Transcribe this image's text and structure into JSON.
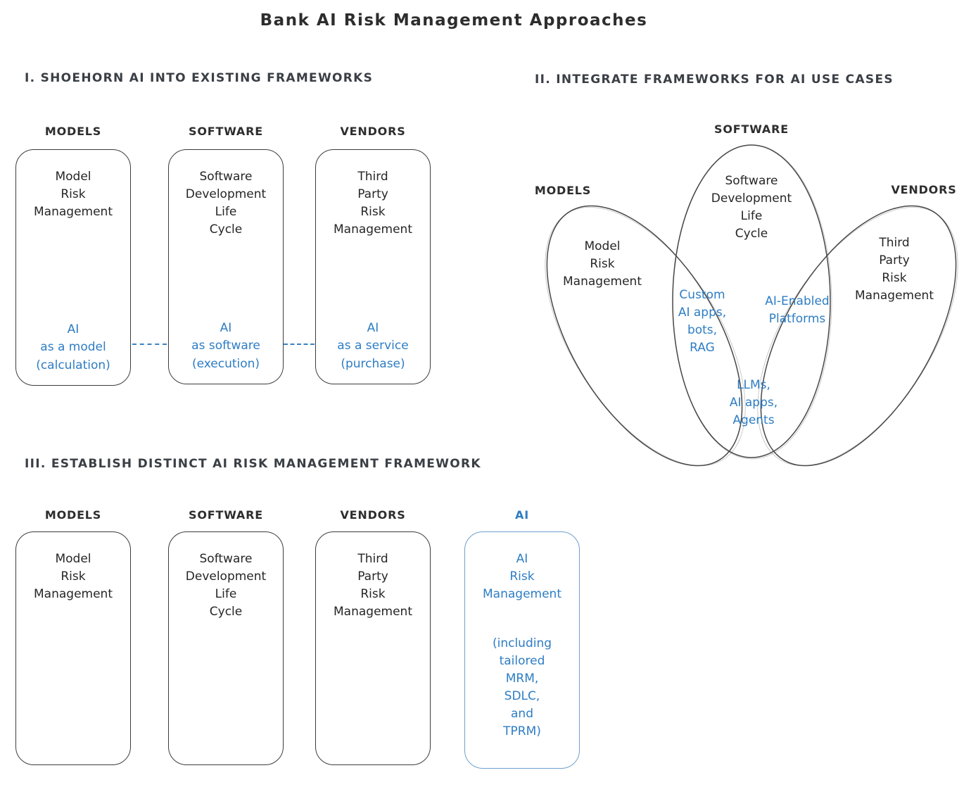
{
  "title": "Bank AI Risk Management Approaches",
  "colors": {
    "ink": "#262626",
    "heading_gray": "#3a3f45",
    "accent_blue_text": "#2e7dc4",
    "accent_blue_dash": "#3b82c6",
    "accent_blue_border": "#6f9fce",
    "ellipse_stroke": "#474747"
  },
  "section1": {
    "heading": "I. SHOEHORN AI INTO EXISTING FRAMEWORKS",
    "boxes": [
      {
        "label": "MODELS",
        "body": "Model\nRisk\nManagement",
        "ai_note": "AI\nas a model\n(calculation)"
      },
      {
        "label": "SOFTWARE",
        "body": "Software\nDevelopment\nLife\nCycle",
        "ai_note": "AI\nas software\n(execution)"
      },
      {
        "label": "VENDORS",
        "body": "Third\nParty\nRisk\nManagement",
        "ai_note": "AI\nas a service\n(purchase)"
      }
    ]
  },
  "section2": {
    "heading": "II. INTEGRATE FRAMEWORKS FOR AI USE CASES",
    "ellipses": [
      {
        "label": "MODELS",
        "body": "Model\nRisk\nManagement"
      },
      {
        "label": "SOFTWARE",
        "body": "Software\nDevelopment\nLife\nCycle"
      },
      {
        "label": "VENDORS",
        "body": "Third\nParty\nRisk\nManagement"
      }
    ],
    "intersections": [
      {
        "region": "models-software",
        "label": "Custom\nAI apps,\nbots,\nRAG"
      },
      {
        "region": "software-vendors",
        "label": "AI-Enabled\nPlatforms"
      },
      {
        "region": "models-vendors-software",
        "label": "LLMs,\nAI apps,\nAgents"
      }
    ]
  },
  "section3": {
    "heading": "III. ESTABLISH DISTINCT AI RISK MANAGEMENT FRAMEWORK",
    "boxes": [
      {
        "label": "MODELS",
        "body": "Model\nRisk\nManagement"
      },
      {
        "label": "SOFTWARE",
        "body": "Software\nDevelopment\nLife\nCycle"
      },
      {
        "label": "VENDORS",
        "body": "Third\nParty\nRisk\nManagement"
      },
      {
        "label": "AI",
        "body": "AI\nRisk\nManagement",
        "note": "(including\ntailored\nMRM,\nSDLC,\nand\nTPRM)",
        "accent": true
      }
    ]
  }
}
